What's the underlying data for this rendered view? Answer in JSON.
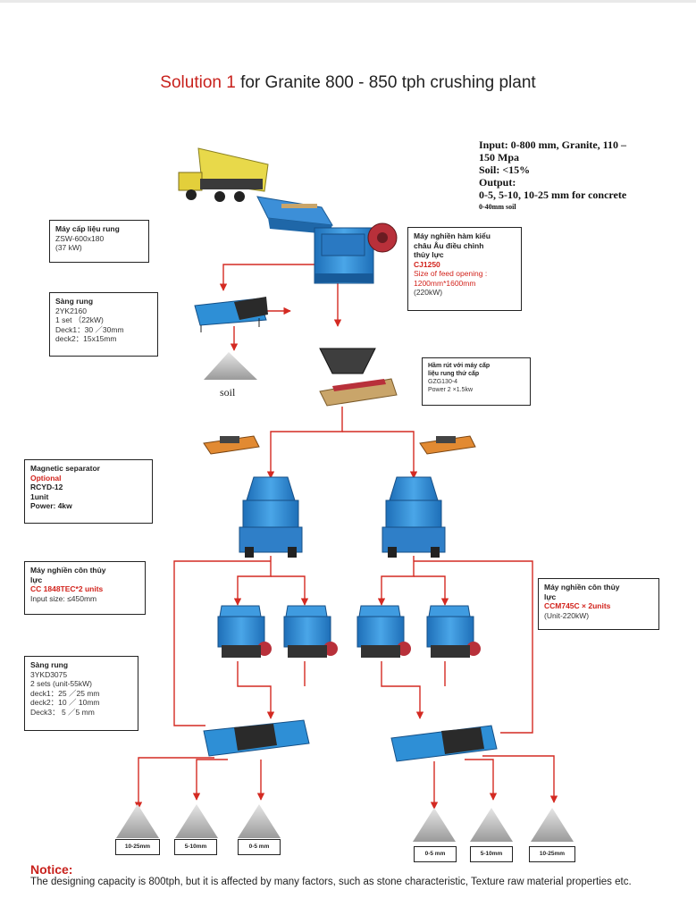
{
  "title": {
    "prefix": "Solution 1",
    "rest": " for Granite 800 -  850 tph crushing plant"
  },
  "specs": {
    "input": "Input: 0-800 mm, Granite, 110 –",
    "input2": "150 Mpa",
    "soil": "Soil: <15%",
    "output": "Output:",
    "output2": "0-5, 5-10, 10-25 mm for concrete",
    "output3": "0-40mm soil"
  },
  "boxes": {
    "feeder": {
      "title": "Máy cấp liệu rung",
      "model": "ZSW-600x180",
      "power": "(37 kW)"
    },
    "jaw": {
      "title": "Máy nghiền hàm kiểu",
      "title2": "châu Âu điều chỉnh",
      "title3": "thủy lực",
      "model": "CJ1250",
      "feed": "Size of feed opening :",
      "feed2": "1200mm*1600mm",
      "power": "(220kW)"
    },
    "screen1": {
      "title": "Sàng rung",
      "model": "2YK2160",
      "l1": "1 set （22kW)",
      "l2": "Deck1：30 ／30mm",
      "l3": "deck2：15x15mm"
    },
    "hopper": {
      "title": "Hầm rút với máy cấp",
      "title2": "liệu rung thứ cấp",
      "model": "GZG130-4",
      "power": "Power 2 ×1.5kw"
    },
    "magnet": {
      "title": "Magnetic separator",
      "opt": "Optional",
      "model": "RCYD-12",
      "units": "1unit",
      "power": "Power: 4kw"
    },
    "coneL": {
      "title": "Máy nghiền côn thủy",
      "title2": "lực",
      "model": "CC 1848TEC*2 units",
      "input": "Input size: ≤450mm"
    },
    "coneR": {
      "title": "Máy nghiền côn thủy",
      "title2": "lực",
      "model": "CCM745C × 2units",
      "power": "(Unit-220kW)"
    },
    "screen2": {
      "title": "Sàng rung",
      "model": "3YKD3075",
      "l1": "2 sets (unit-55kW)",
      "l2": "deck1：25 ／25 mm",
      "l3": "deck2：10 ／ 10mm",
      "l4": "Deck3： 5 ／5 mm"
    }
  },
  "soil_label": "soil",
  "products_left": [
    "10-25mm",
    "5-10mm",
    "0-5 mm"
  ],
  "products_right": [
    "0-5 mm",
    "5-10mm",
    "10-25mm"
  ],
  "notice": {
    "title": "Notice:",
    "text": "The designing capacity is 800tph, but it is affected by many factors, such as stone characteristic, Texture raw material properties etc."
  },
  "colors": {
    "flow_arrow": "#d42a22",
    "title_accent": "#c8211c",
    "machine_blue": "#2e8fd6",
    "truck_yellow": "#e8d94a"
  },
  "icons": [
    "dump-truck-icon",
    "vibrating-feeder-icon",
    "jaw-crusher-icon",
    "vibrating-screen-icon",
    "stone-pile-icon",
    "hopper-icon",
    "magnetic-separator-icon",
    "cone-crusher-icon"
  ]
}
